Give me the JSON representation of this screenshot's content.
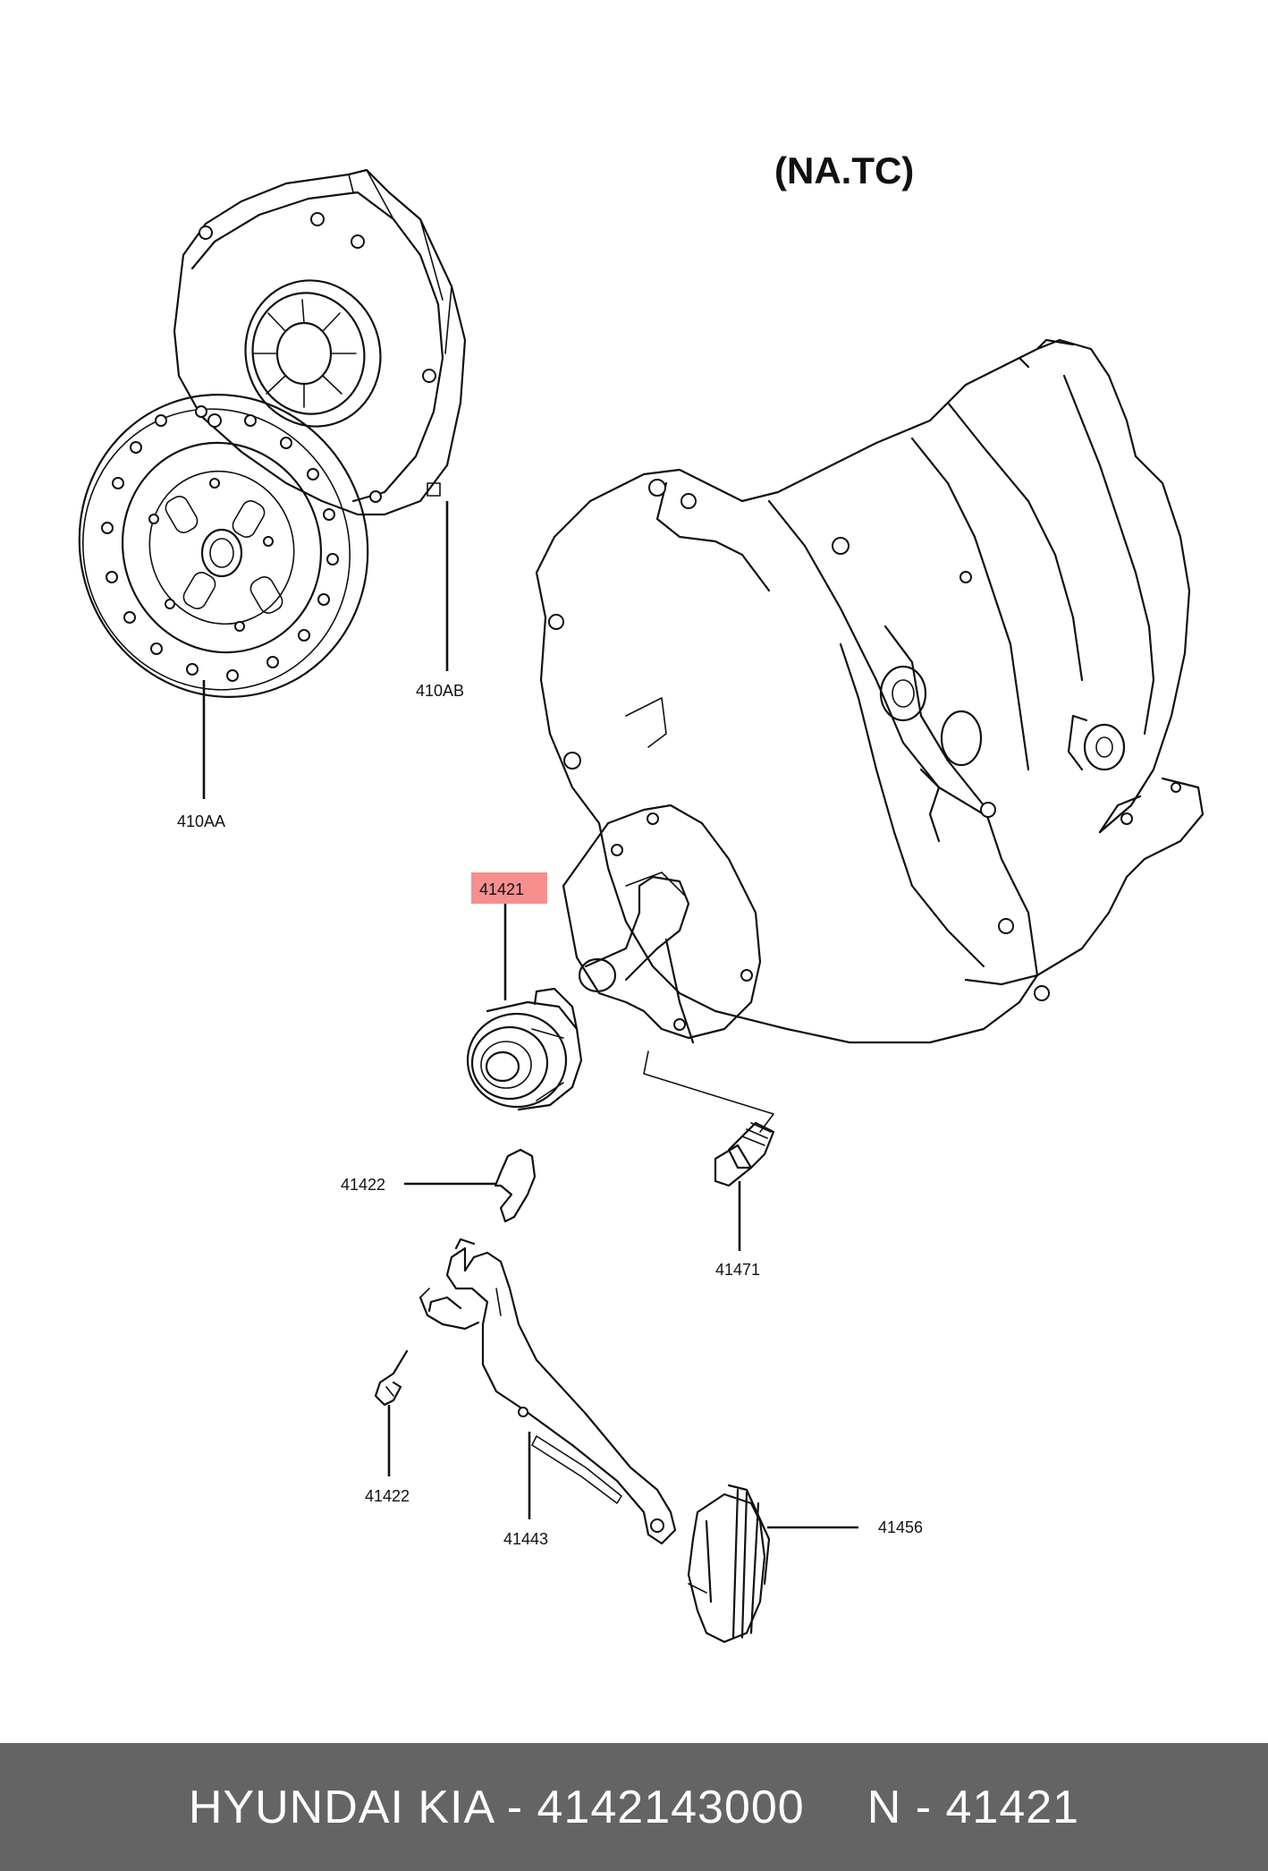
{
  "diagram": {
    "variant_label": "(NA.TC)",
    "parts": [
      {
        "id": "410AB",
        "label": "410AB"
      },
      {
        "id": "410AA",
        "label": "410AA"
      },
      {
        "id": "41421",
        "label": "41421",
        "highlighted": true
      },
      {
        "id": "41422a",
        "label": "41422"
      },
      {
        "id": "41471",
        "label": "41471"
      },
      {
        "id": "41422b",
        "label": "41422"
      },
      {
        "id": "41443",
        "label": "41443"
      },
      {
        "id": "41456",
        "label": "41456"
      }
    ],
    "highlight_color": "#f78f8f"
  },
  "footer": {
    "brand_part": "HYUNDAI KIA - 4142143000",
    "ref": "N - 41421",
    "background": "#646464",
    "text_color": "#ffffff"
  }
}
